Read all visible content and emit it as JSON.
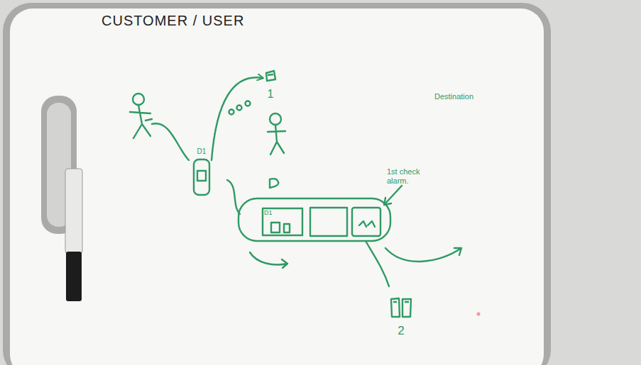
{
  "diagram": {
    "title": "CUSTOMER / USER",
    "nodes": [
      {
        "text": [
          "D1"
        ]
      },
      {
        "text": [
          "1"
        ]
      },
      {
        "text": [
          "D1"
        ]
      },
      {
        "text": [
          "2"
        ]
      }
    ],
    "edges": [
      {
        "from": 0,
        "to": 1,
        "arrow": "to"
      }
    ],
    "labels": [
      "Destination",
      "1st check alarm."
    ]
  }
}
